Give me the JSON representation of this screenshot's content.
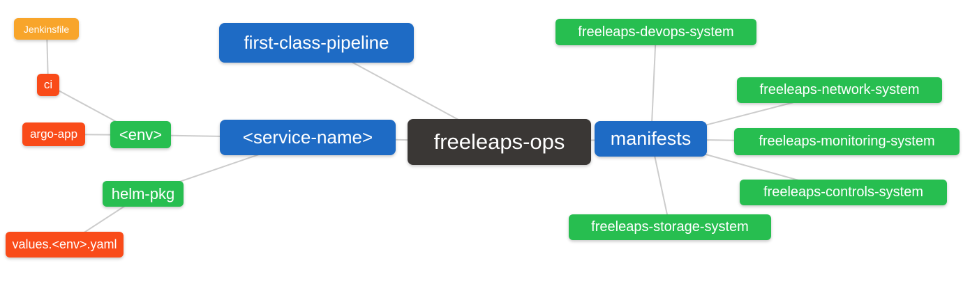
{
  "palette": {
    "blue": "#1E6BC5",
    "green": "#27BE50",
    "red": "#F94B19",
    "amber": "#F8A52B",
    "dark": "#3A3735",
    "edge": "#CCCCCC"
  },
  "nodes": {
    "root": {
      "label": "freeleaps-ops",
      "color": "dark"
    },
    "service": {
      "label": "<service-name>",
      "color": "blue"
    },
    "fcp": {
      "label": "first-class-pipeline",
      "color": "blue"
    },
    "manifests": {
      "label": "manifests",
      "color": "blue"
    },
    "env": {
      "label": "<env>",
      "color": "green"
    },
    "helm": {
      "label": "helm-pkg",
      "color": "green"
    },
    "ci": {
      "label": "ci",
      "color": "red"
    },
    "argo": {
      "label": "argo-app",
      "color": "red"
    },
    "values": {
      "label": "values.<env>.yaml",
      "color": "red"
    },
    "jenkinsfile": {
      "label": "Jenkinsfile",
      "color": "amber"
    },
    "devops": {
      "label": "freeleaps-devops-system",
      "color": "green"
    },
    "network": {
      "label": "freeleaps-network-system",
      "color": "green"
    },
    "monitoring": {
      "label": "freeleaps-monitoring-system",
      "color": "green"
    },
    "controls": {
      "label": "freeleaps-controls-system",
      "color": "green"
    },
    "storage": {
      "label": "freeleaps-storage-system",
      "color": "green"
    }
  },
  "edges": [
    [
      "jenkinsfile",
      "ci"
    ],
    [
      "ci",
      "env"
    ],
    [
      "argo",
      "env"
    ],
    [
      "env",
      "service"
    ],
    [
      "helm",
      "service"
    ],
    [
      "values",
      "helm"
    ],
    [
      "service",
      "root"
    ],
    [
      "fcp",
      "root"
    ],
    [
      "root",
      "manifests"
    ],
    [
      "manifests",
      "devops"
    ],
    [
      "manifests",
      "network"
    ],
    [
      "manifests",
      "monitoring"
    ],
    [
      "manifests",
      "controls"
    ],
    [
      "manifests",
      "storage"
    ]
  ]
}
